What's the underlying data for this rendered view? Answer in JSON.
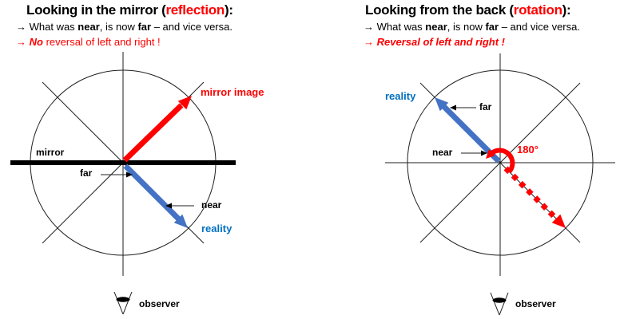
{
  "colors": {
    "accent_red": "#FF0000",
    "arrow_blue": "#4472C4",
    "label_blue": "#0070C0",
    "line_black": "#1f1f1f"
  },
  "left_panel": {
    "title": {
      "prefix": "Looking in the mirror (",
      "highlight": "reflection",
      "suffix": "):"
    },
    "line_near_far": {
      "t1": "→ What was ",
      "b1": "near",
      "t2": ", is now ",
      "b2": "far",
      "t3": " – and vice versa."
    },
    "line_reversal": {
      "arrow": "→ ",
      "emphasis": "No",
      "rest": " reversal of left and right !"
    },
    "labels": {
      "mirror": "mirror",
      "far": "far",
      "near": "near",
      "mirror_image": "mirror image",
      "reality": "reality",
      "observer": "observer"
    }
  },
  "right_panel": {
    "title": {
      "prefix": "Looking from the back (",
      "highlight": "rotation",
      "suffix": "):"
    },
    "line_near_far": {
      "t1": "→ What was ",
      "b1": "near",
      "t2": ", is now ",
      "b2": "far",
      "t3": " – and vice versa."
    },
    "line_reversal": {
      "arrow": "→ ",
      "emphasis": "Reversal of left and right !",
      "rest": ""
    },
    "labels": {
      "far": "far",
      "near": "near",
      "reality": "reality",
      "rotation_angle": "180°",
      "observer": "observer"
    }
  }
}
